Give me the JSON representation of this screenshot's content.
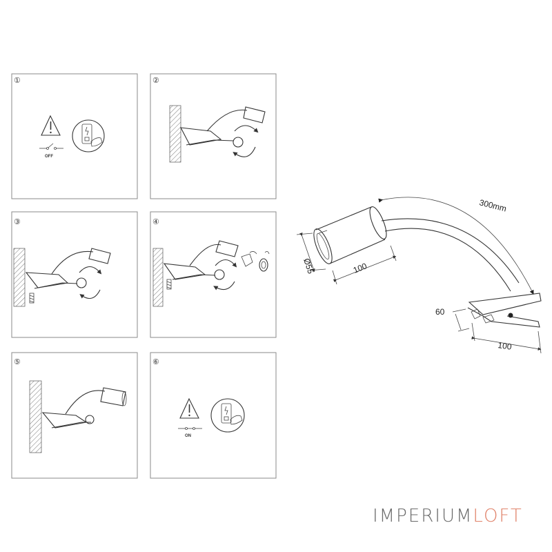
{
  "steps": [
    {
      "num": "①",
      "label": "OFF"
    },
    {
      "num": "②"
    },
    {
      "num": "③"
    },
    {
      "num": "④"
    },
    {
      "num": "⑤"
    },
    {
      "num": "⑥",
      "label": "ON"
    }
  ],
  "dimensions": {
    "arm_length": "300mm",
    "shade_diameter": "Ø55",
    "shade_length": "100",
    "clip_height": "60",
    "clip_length": "100"
  },
  "brand": {
    "part1": "IMPERIUM",
    "part2": "LOFT"
  },
  "colors": {
    "brand_gray": "#6a6a6a",
    "brand_accent": "#e0826a",
    "line": "#333333"
  },
  "icons": [
    "warning-triangle-icon",
    "switch-panel-icon",
    "rotate-arrow-icon",
    "screw-icon",
    "gu10-bulb-icon"
  ]
}
